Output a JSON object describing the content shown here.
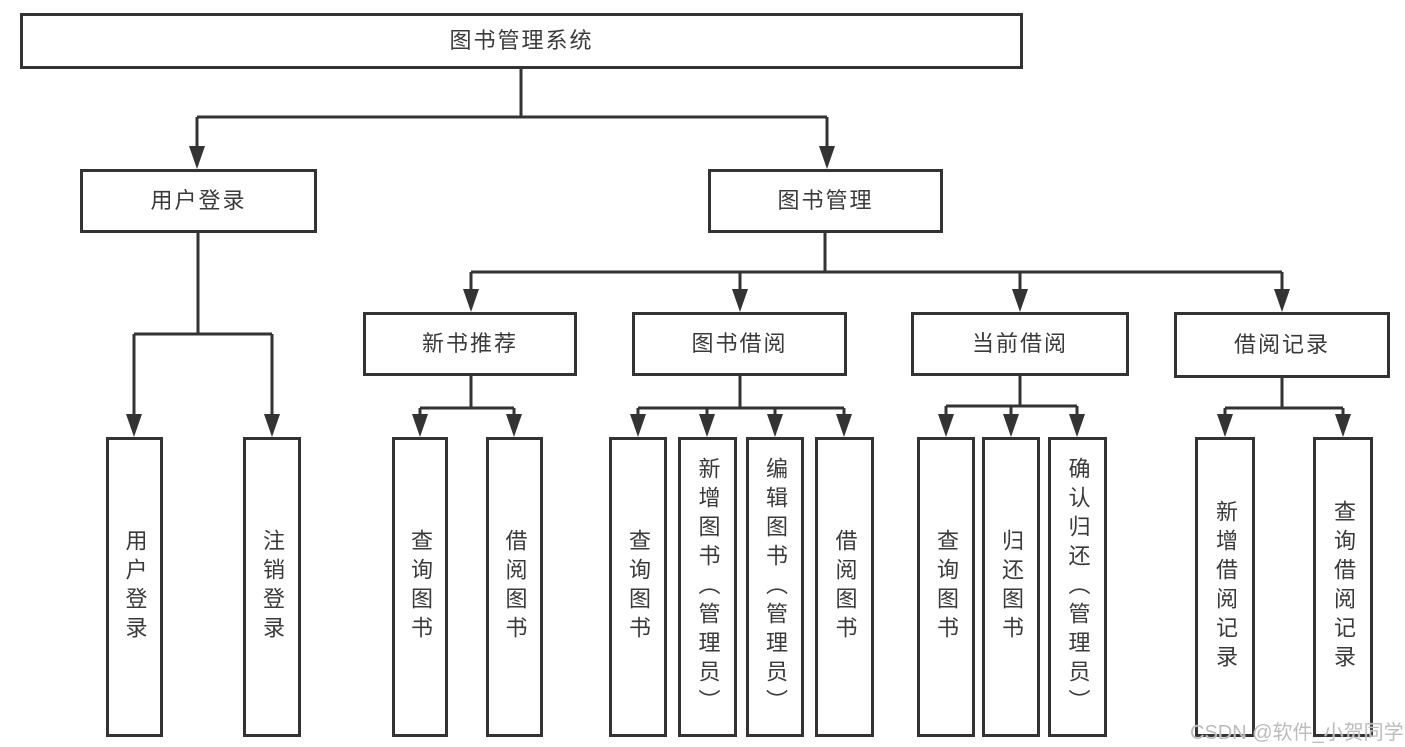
{
  "diagram": {
    "type": "hierarchy-diagram",
    "nodes": {
      "root": "图书管理系统",
      "user_login_group": "用户登录",
      "book_mgmt": "图书管理",
      "new_book_rec": "新书推荐",
      "book_borrow": "图书借阅",
      "current_borrow": "当前借阅",
      "borrow_records": "借阅记录",
      "user_login": "用户登录",
      "logout": "注销登录",
      "nb_query": "查询图书",
      "nb_borrow": "借阅图书",
      "bb_query": "查询图书",
      "bb_add": "新增图书（管理员）",
      "bb_edit": "编辑图书（管理员）",
      "bb_borrow": "借阅图书",
      "cb_query": "查询图书",
      "cb_return": "归还图书",
      "cb_confirm": "确认归还（管理员）",
      "br_add": "新增借阅记录",
      "br_query": "查询借阅记录"
    },
    "structure": {
      "root": "root",
      "children": {
        "root": [
          "user_login_group",
          "book_mgmt"
        ],
        "user_login_group": [
          "user_login",
          "logout"
        ],
        "book_mgmt": [
          "new_book_rec",
          "book_borrow",
          "current_borrow",
          "borrow_records"
        ],
        "new_book_rec": [
          "nb_query",
          "nb_borrow"
        ],
        "book_borrow": [
          "bb_query",
          "bb_add",
          "bb_edit",
          "bb_borrow"
        ],
        "current_borrow": [
          "cb_query",
          "cb_return",
          "cb_confirm"
        ],
        "borrow_records": [
          "br_add",
          "br_query"
        ]
      }
    },
    "colors": {
      "line": "#333333",
      "box_border": "#333333",
      "box_fill": "#ffffff",
      "text": "#3a3a3a",
      "background": "#ffffff",
      "watermark": "#bcbcbc"
    }
  },
  "watermark": "CSDN @软件_小贺同学"
}
